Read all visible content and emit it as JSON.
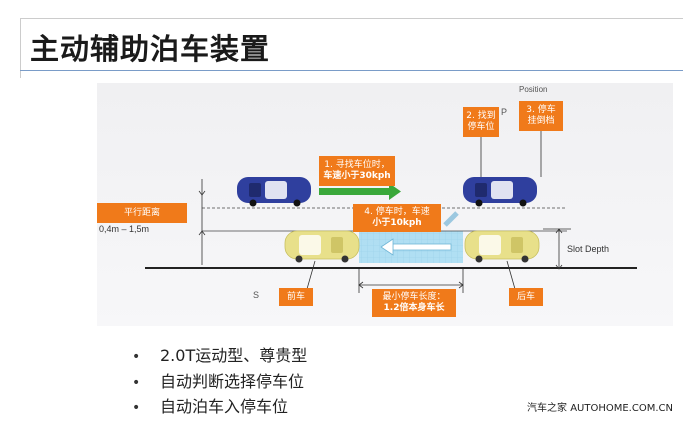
{
  "slide": {
    "title": "主动辅助泊车装置"
  },
  "diagram": {
    "callouts": {
      "step1": {
        "line1": "1. 寻找车位时，",
        "line2": "车速小于30kph"
      },
      "step2": {
        "line1": "2. 找到",
        "line2": "停车位"
      },
      "step3": {
        "line1": "3. 停车",
        "line2": "挂倒档"
      },
      "step4": {
        "line1": "4. 停车时，车速",
        "line2": "小于10kph"
      },
      "lateral": {
        "text": "平行距离"
      },
      "front_car": {
        "text": "前车"
      },
      "rear_car": {
        "text": "后车"
      },
      "min_length": {
        "line1": "最小停车长度：",
        "line2": "1.2倍本身车长"
      }
    },
    "labels": {
      "range": "0,4m – 1,5m",
      "slot_depth": "Slot Depth",
      "position_fragment": "Position",
      "p_fragment": "P",
      "s_fragment": "S"
    }
  },
  "bullets": [
    "2.0T运动型、尊贵型",
    "自动判断选择停车位",
    "自动泊车入停车位"
  ],
  "watermark": "汽车之家 AUTOHOME.COM.CN",
  "colors": {
    "callout": "#f07a1a",
    "blue_car": "#2f3f9e",
    "yellow_car": "#e8e08a",
    "slot": "#a8dcf2",
    "arrow_green": "#3aa83a"
  }
}
